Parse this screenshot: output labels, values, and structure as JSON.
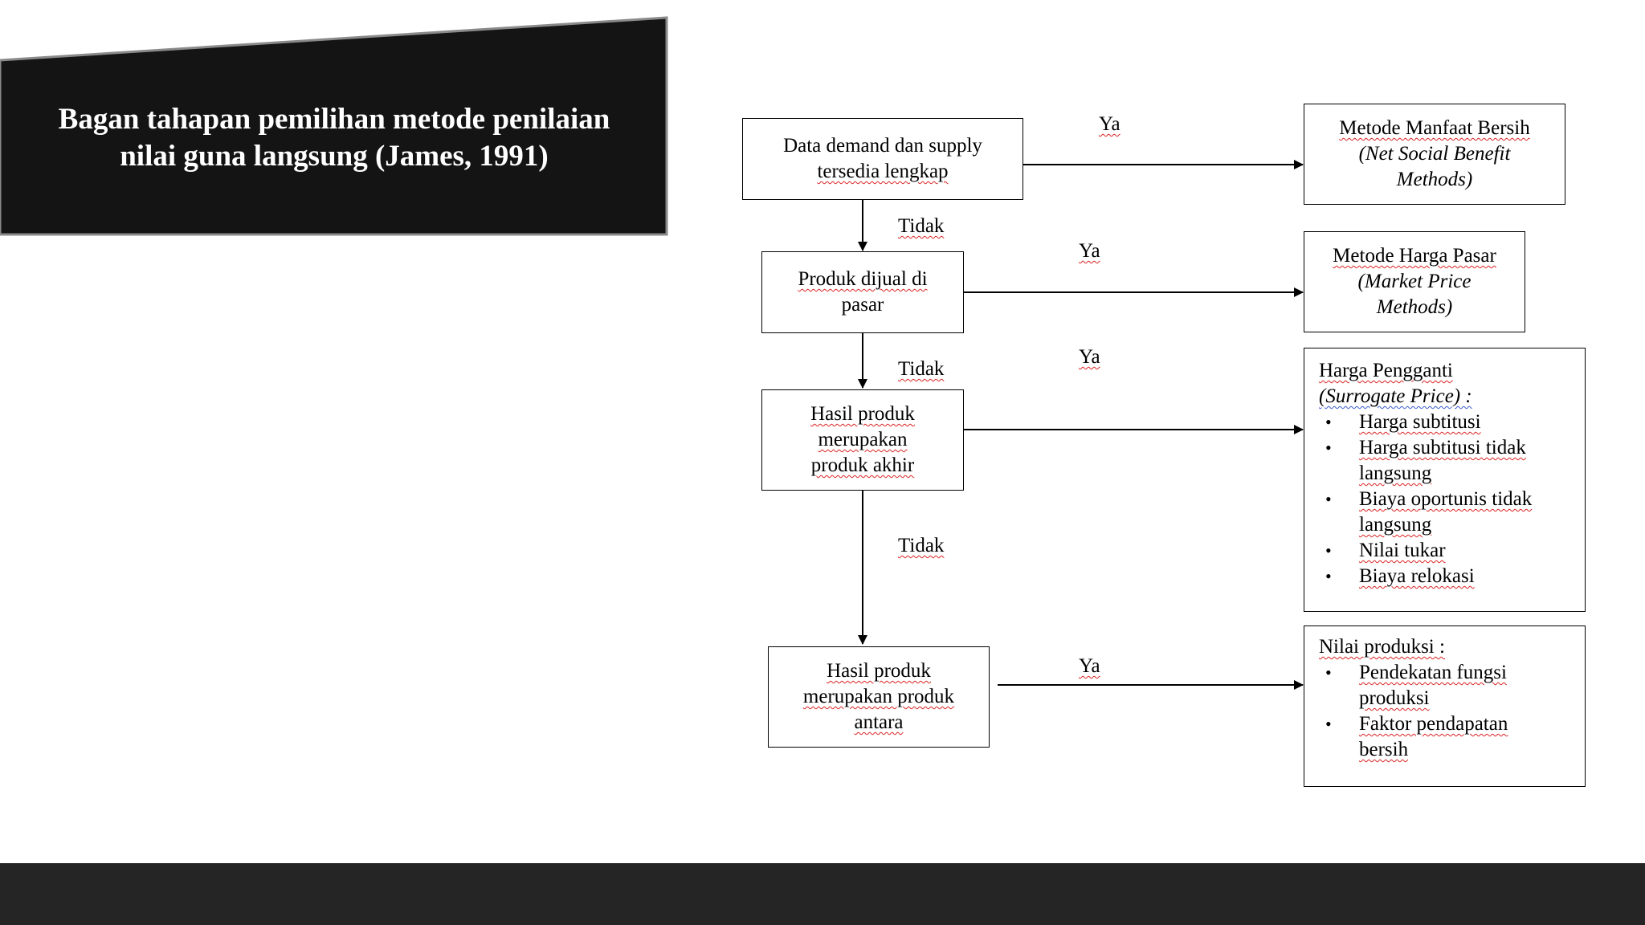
{
  "title": {
    "line1": "Bagan tahapan pemilihan metode penilaian",
    "line2": "nilai guna langsung (James, 1991)"
  },
  "steps": [
    {
      "line1": "Data demand dan supply",
      "line2": "tersedia lengkap"
    },
    {
      "line1": "Produk dijual di",
      "line2": "pasar"
    },
    {
      "line1": "Hasil produk",
      "line2": "merupakan",
      "line3": "produk akhir"
    },
    {
      "line1": "Hasil produk",
      "line2": "merupakan produk",
      "line3": "antara"
    }
  ],
  "yes_label": "Ya",
  "no_label": "Tidak",
  "methods": {
    "net_social_benefit": {
      "line1": "Metode Manfaat Bersih",
      "line2": "(Net Social Benefit",
      "line3": "Methods)"
    },
    "market_price": {
      "line1": "Metode Harga Pasar",
      "line2": "(Market Price",
      "line3": "Methods)"
    },
    "surrogate_price": {
      "heading": "Harga Pengganti",
      "subheading": "(Surrogate Price) :",
      "items": [
        {
          "line1": "Harga subtitusi"
        },
        {
          "line1": "Harga subtitusi tidak",
          "line2": "langsung"
        },
        {
          "line1": "Biaya oportunis tidak",
          "line2": "langsung"
        },
        {
          "line1": "Nilai tukar"
        },
        {
          "line1": "Biaya relokasi"
        }
      ]
    },
    "production_value": {
      "heading": "Nilai produksi :",
      "items": [
        {
          "line1": "Pendekatan fungsi",
          "line2": "produksi"
        },
        {
          "line1": "Faktor pendapatan",
          "line2": "bersih"
        }
      ]
    }
  },
  "bullet_symbol": "•",
  "colors": {
    "banner": "#141414",
    "footer": "#252526",
    "spell_underline": "#dd2222"
  }
}
